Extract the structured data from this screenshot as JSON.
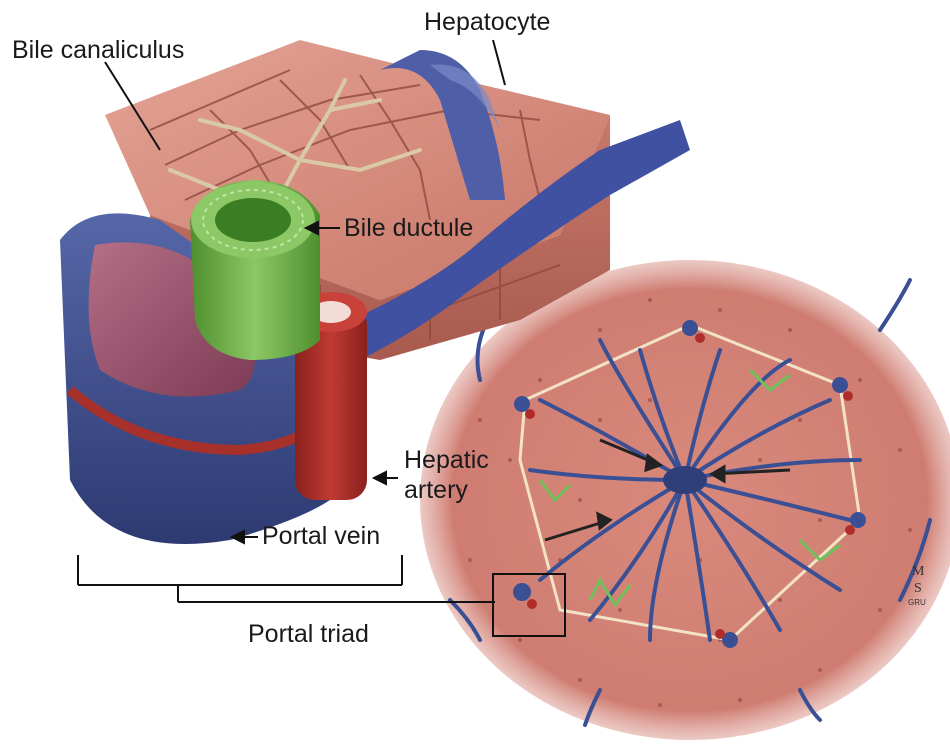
{
  "labels": {
    "hepatocyte": "Hepatocyte",
    "bile_canaliculus": "Bile canaliculus",
    "bile_ductule": "Bile ductule",
    "hepatic_artery_line1": "Hepatic",
    "hepatic_artery_line2": "artery",
    "portal_vein": "Portal vein",
    "portal_triad": "Portal triad"
  },
  "signature": "M\nS\nGRU",
  "colors": {
    "liver_tissue": "#c97a6d",
    "hepatocyte_top": "#d99284",
    "vein_blue": "#3d4f8f",
    "artery_red": "#a8302a",
    "bile_green": "#6fae4a",
    "lobule_bg": "#d98a80"
  }
}
